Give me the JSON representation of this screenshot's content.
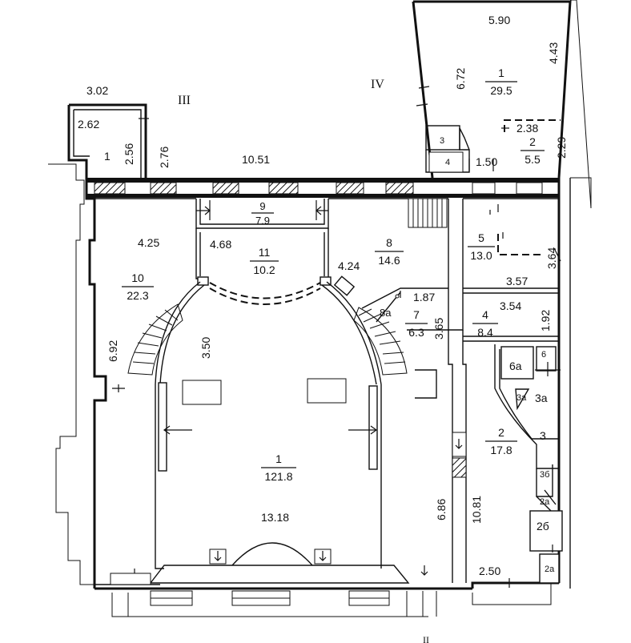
{
  "sections": [
    "III",
    "IV",
    "II"
  ],
  "rooms": [
    {
      "id": "1",
      "area": "121.8"
    },
    {
      "id": "2",
      "area": "17.8"
    },
    {
      "id": "4",
      "area": "8.4"
    },
    {
      "id": "5",
      "area": "13.0"
    },
    {
      "id": "7",
      "area": "6.3"
    },
    {
      "id": "8",
      "area": "14.6"
    },
    {
      "id": "9",
      "area": "7.9"
    },
    {
      "id": "10",
      "area": "22.3"
    },
    {
      "id": "11",
      "area": "10.2"
    },
    {
      "id": "1",
      "area": "29.5"
    },
    {
      "id": "2",
      "area": "5.5"
    }
  ],
  "small_labels": [
    "1",
    "3",
    "4",
    "6",
    "6a",
    "3a",
    "3a",
    "3",
    "3б",
    "2a",
    "2б",
    "2a",
    "8a"
  ],
  "dimensions": [
    "3.02",
    "2.62",
    "2.56",
    "2.76",
    "10.51",
    "5.90",
    "6.72",
    "4.43",
    "2.38",
    "2.29",
    "1.50",
    "4.25",
    "4.68",
    "4.24",
    "1.87",
    "3.65",
    "3.64",
    "3.57",
    "3.54",
    "1.92",
    "3.50",
    "6.92",
    "13.18",
    "6.86",
    "10.81",
    "2.50"
  ]
}
